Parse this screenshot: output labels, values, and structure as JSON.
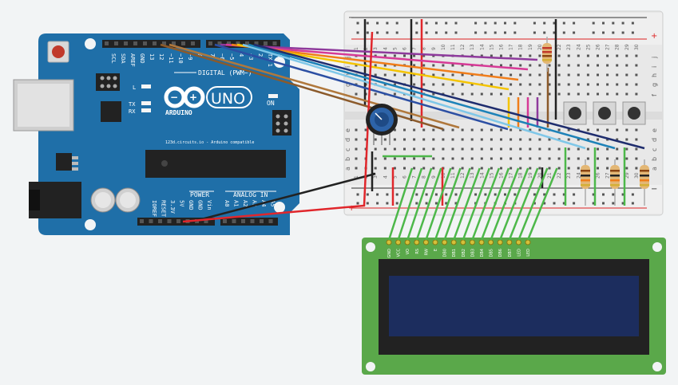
{
  "arduino": {
    "model": "UNO",
    "brand": "ARDUINO",
    "digital_header": "DIGITAL (PWM~)",
    "power_header": "POWER",
    "analog_header": "ANALOG IN",
    "on_label": "ON",
    "tx_label": "TX",
    "rx_label": "RX",
    "l_label": "L",
    "chip_text": "123d.circuits.io - Arduino compatible",
    "top_pin_labels": [
      "SCL",
      "SDA",
      "AREF",
      "GND",
      "13",
      "12",
      "~11",
      "~10",
      "~9",
      "8",
      "7",
      "~6",
      "~5",
      "4",
      "~3",
      "2",
      "TX 1",
      "RX 0"
    ],
    "power_pin_labels": [
      "IOREF",
      "RESET",
      "3.3V",
      "5V",
      "GND",
      "GND",
      "Vin"
    ],
    "analog_pin_labels": [
      "A0",
      "A1",
      "A2",
      "A3",
      "A4",
      "A5"
    ]
  },
  "breadboard": {
    "column_numbers": [
      "1",
      "2",
      "3",
      "4",
      "5",
      "6",
      "7",
      "8",
      "9",
      "10",
      "11",
      "12",
      "13",
      "14",
      "15",
      "16",
      "17",
      "18",
      "19",
      "20",
      "21",
      "22",
      "23",
      "24",
      "25",
      "26",
      "27",
      "28",
      "29",
      "30"
    ],
    "top_rows": [
      "j",
      "i",
      "h",
      "g",
      "f"
    ],
    "bottom_rows": [
      "e",
      "d",
      "c",
      "b",
      "a"
    ],
    "plus": "+",
    "minus": "−"
  },
  "lcd": {
    "pin_labels": [
      "GND",
      "VCC",
      "VO",
      "RS",
      "RW",
      "E",
      "DB0",
      "DB1",
      "DB2",
      "DB3",
      "DB4",
      "DB5",
      "DB6",
      "DB7",
      "LED",
      "LED"
    ]
  },
  "colors": {
    "arduino_board": "#1f6fa8",
    "breadboard": "#e9e9e9",
    "lcd_board": "#5aa84a",
    "lcd_screen": "#1c2d5e",
    "wire_green": "#4db84a",
    "wire_red": "#e0262b",
    "wire_black": "#222222"
  }
}
